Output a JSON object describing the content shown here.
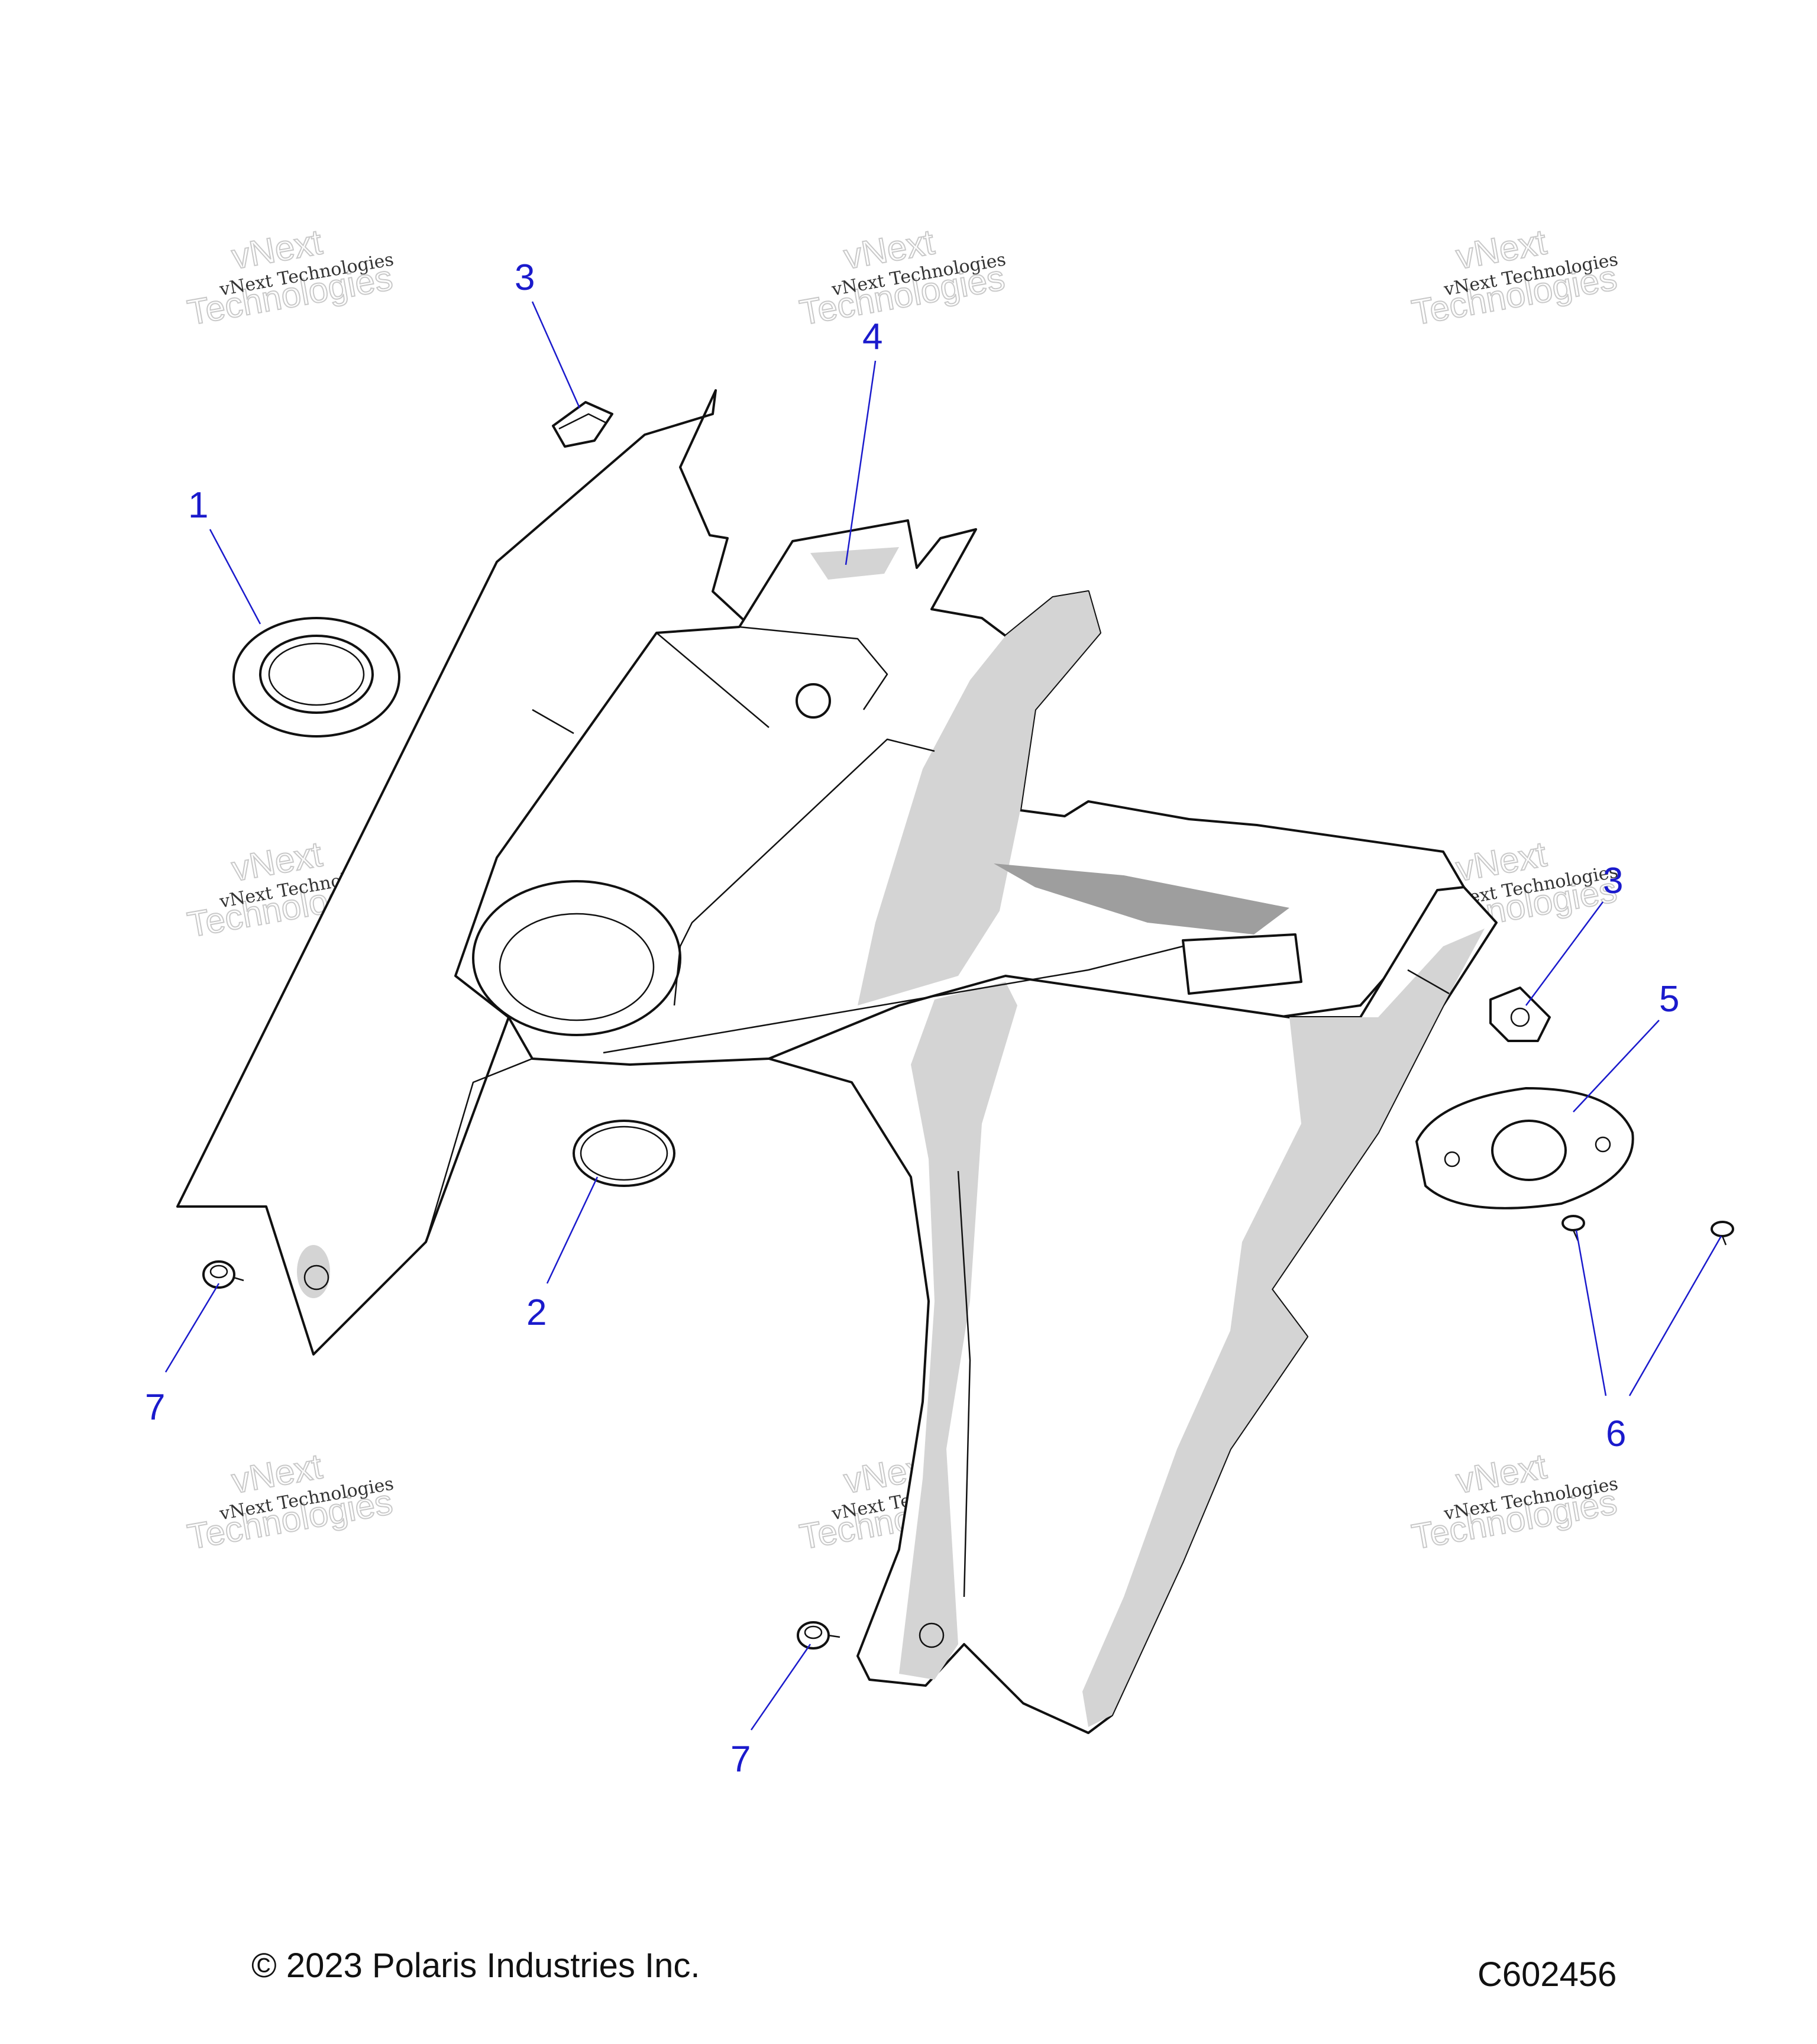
{
  "callouts": [
    {
      "label": "1"
    },
    {
      "label": "2"
    },
    {
      "label": "3"
    },
    {
      "label": "3"
    },
    {
      "label": "4"
    },
    {
      "label": "5"
    },
    {
      "label": "6"
    },
    {
      "label": "7"
    },
    {
      "label": "7"
    }
  ],
  "watermark": {
    "line1": "vNext Technologies",
    "line2": "vNext",
    "line3": "Technologies"
  },
  "footer": {
    "copyright": "© 2023 Polaris Industries Inc.",
    "figure_code": "C602456"
  },
  "colors": {
    "callout": "#1a1acc",
    "shading": "#d4d4d4",
    "outline": "#111111"
  }
}
